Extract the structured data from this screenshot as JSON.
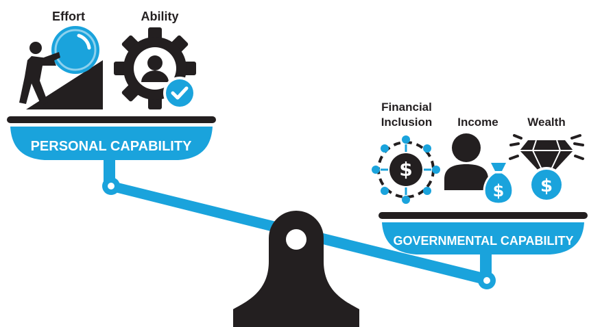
{
  "left_pan": {
    "title": "PERSONAL CAPABILITY",
    "items": [
      {
        "label": "Effort",
        "icon": "effort-pushing-ball-icon"
      },
      {
        "label": "Ability",
        "icon": "ability-gear-person-check-icon"
      }
    ]
  },
  "right_pan": {
    "title": "GOVERNMENTAL CAPABILITY",
    "items": [
      {
        "label_line1": "Financial",
        "label_line2": "Inclusion",
        "icon": "financial-inclusion-network-dollar-icon"
      },
      {
        "label": "Income",
        "icon": "income-person-moneybag-icon"
      },
      {
        "label": "Wealth",
        "icon": "wealth-diamond-dollar-icon"
      }
    ]
  },
  "colors": {
    "accent": "#1aa3dc",
    "dark": "#231f20",
    "white": "#ffffff"
  }
}
